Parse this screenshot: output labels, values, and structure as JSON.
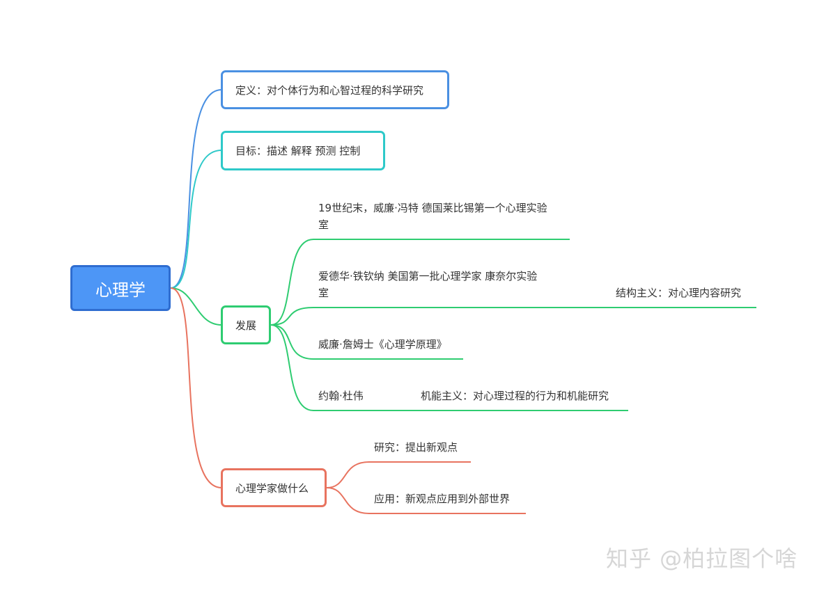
{
  "central_topic": "心理学",
  "colors": {
    "root_fill": "#4d96f6",
    "root_border": "#2f6dd0",
    "definition": "#4a90e2",
    "goal": "#2ec9c9",
    "development": "#2ecc71",
    "psychologist": "#e8735f"
  },
  "branches": {
    "definition": "定义：对个体行为和心智过程的科学研究",
    "goal": "目标：描述  解释 预测  控制",
    "development": {
      "label": "发展",
      "items": [
        {
          "line1": "19世纪末，威廉·冯特  德国莱比锡第一个心理实验",
          "line2": "室"
        },
        {
          "line1": "爱德华·铁钦纳  美国第一批心理学家 康奈尔实验",
          "line2": "室",
          "note": "结构主义：对心理内容研究"
        },
        {
          "line1": "威廉·詹姆士《心理学原理》"
        },
        {
          "line1": "约翰·杜伟",
          "note": "机能主义：对心理过程的行为和机能研究"
        }
      ]
    },
    "psychologist": {
      "label": "心理学家做什么",
      "items": [
        "研究：提出新观点",
        "应用：新观点应用到外部世界"
      ]
    }
  },
  "watermark": "知乎 @柏拉图个啥"
}
